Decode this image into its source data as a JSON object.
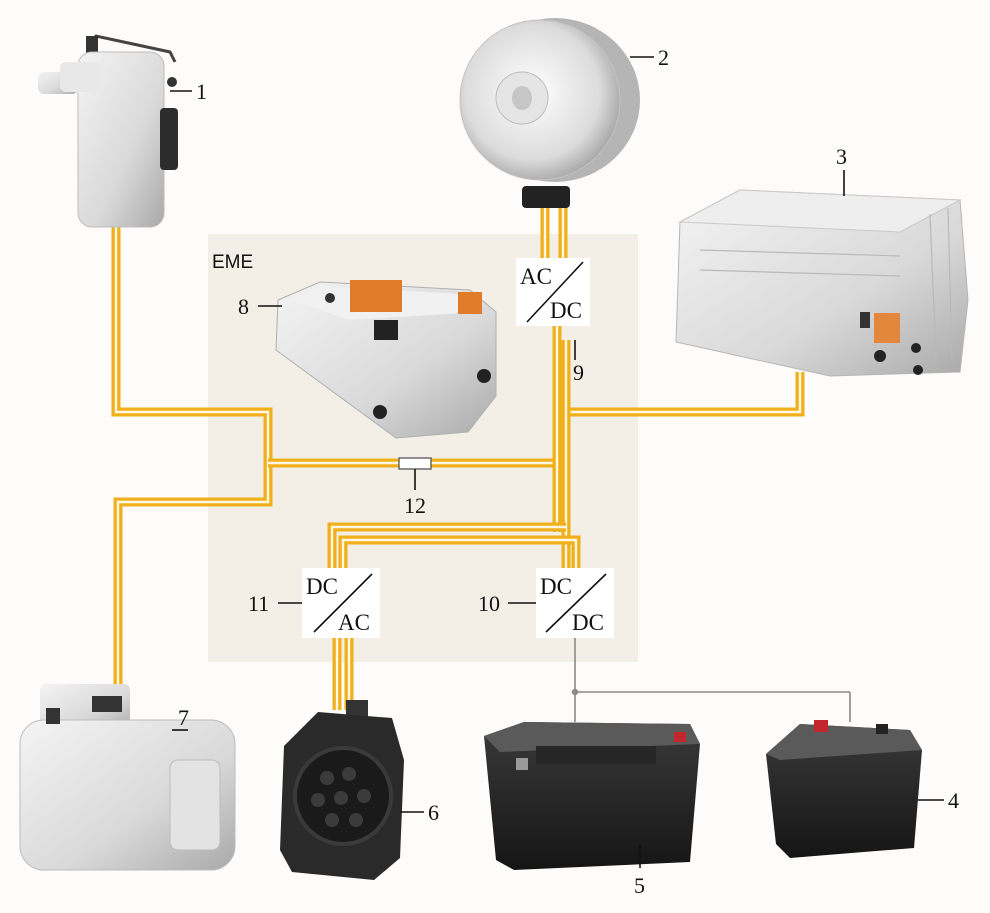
{
  "eme": {
    "label": "EME"
  },
  "components": [
    {
      "id": "1",
      "label": "1",
      "icon": "coolant-heater-icon"
    },
    {
      "id": "2",
      "label": "2",
      "icon": "electric-motor-icon"
    },
    {
      "id": "3",
      "label": "3",
      "icon": "high-voltage-battery-icon"
    },
    {
      "id": "4",
      "label": "4",
      "icon": "auxiliary-battery-icon"
    },
    {
      "id": "5",
      "label": "5",
      "icon": "12v-battery-icon"
    },
    {
      "id": "6",
      "label": "6",
      "icon": "charging-socket-icon"
    },
    {
      "id": "7",
      "label": "7",
      "icon": "electric-ac-compressor-icon"
    },
    {
      "id": "8",
      "label": "8",
      "icon": "eme-control-unit-icon"
    }
  ],
  "converters": [
    {
      "id": "9",
      "label": "9",
      "top": "AC",
      "bottom": "DC"
    },
    {
      "id": "10",
      "label": "10",
      "top": "DC",
      "bottom": "DC"
    },
    {
      "id": "11",
      "label": "11",
      "top": "DC",
      "bottom": "AC"
    }
  ],
  "fuse": {
    "id": "12",
    "label": "12",
    "icon": "fuse-icon"
  },
  "colors": {
    "hv_cable": "#f0b01c",
    "lv_wire": "#8a8a8a",
    "eme_box": "#f3efe7"
  }
}
